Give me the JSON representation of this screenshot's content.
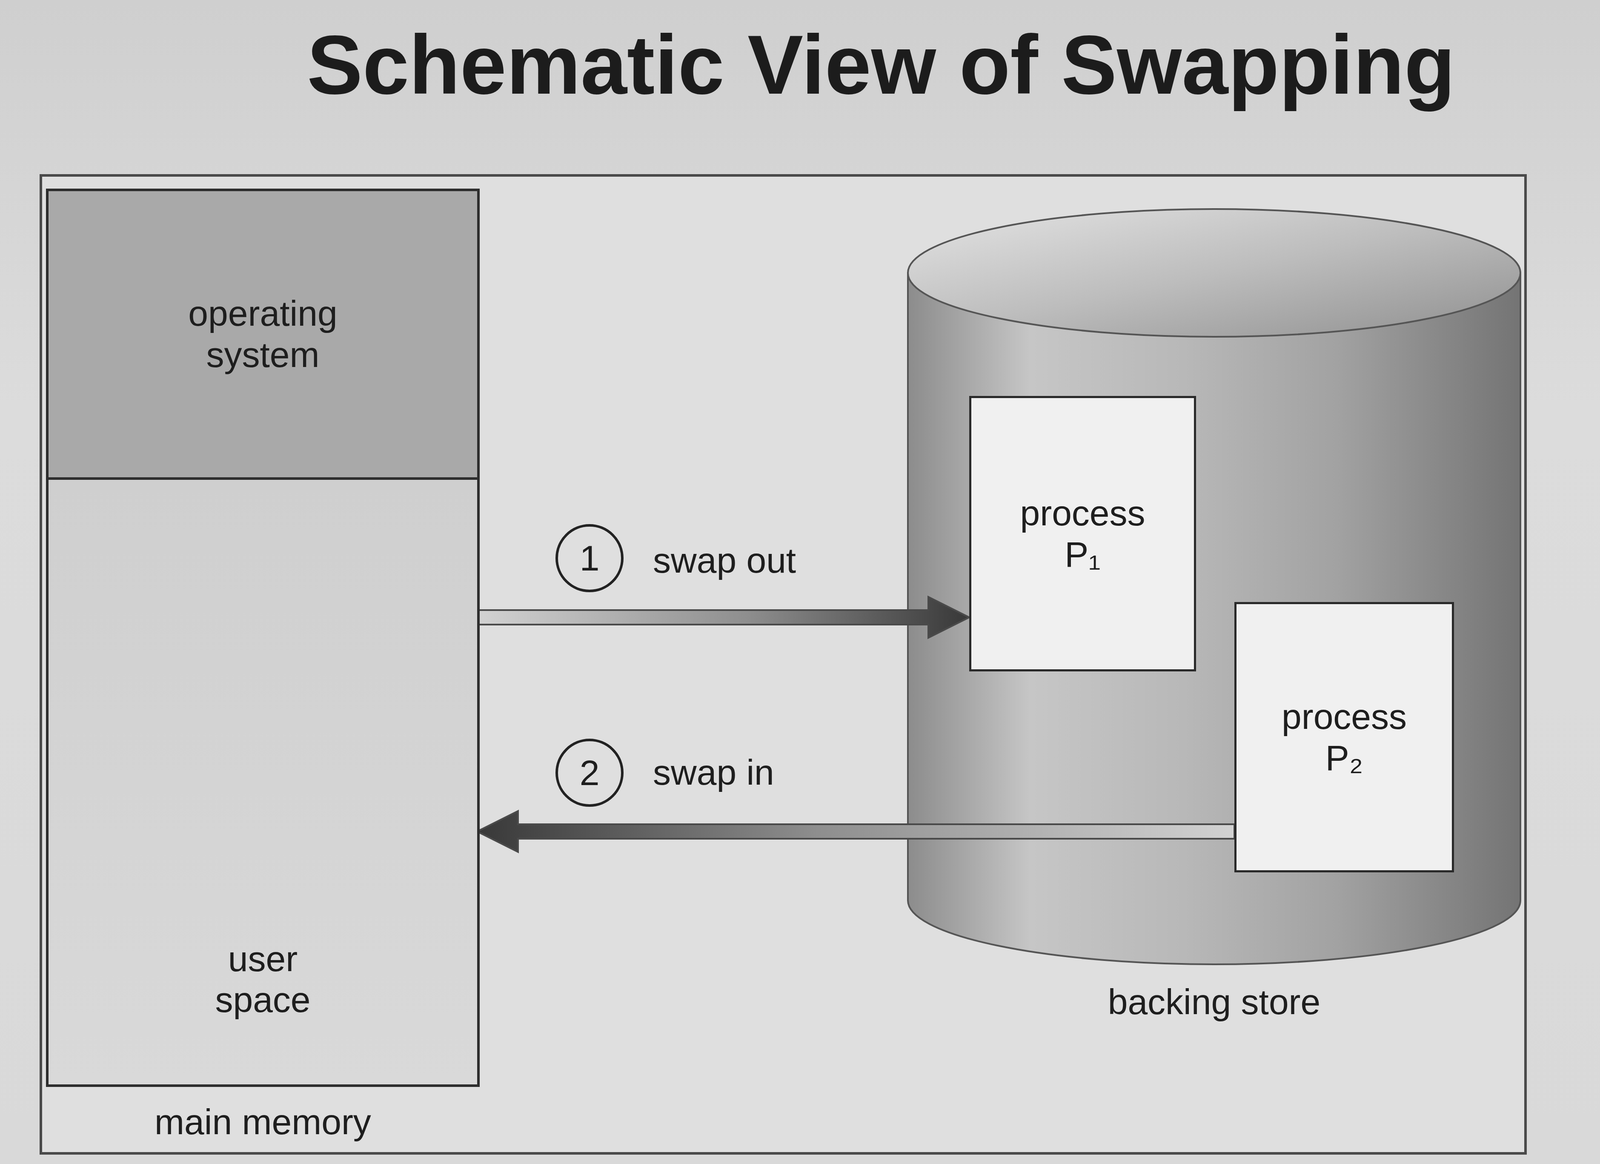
{
  "diagram": {
    "title": "Schematic View of Swapping",
    "nodes": [
      {
        "text": [
          "main memory"
        ]
      },
      {
        "text": [
          "operating system"
        ],
        "in": 0
      },
      {
        "text": [
          "user space"
        ],
        "in": 0
      },
      {
        "text": [
          "backing store"
        ]
      },
      {
        "text": [
          "process P₁"
        ],
        "in": 3
      },
      {
        "text": [
          "process P₂"
        ],
        "in": 3
      }
    ],
    "edges": [
      {
        "from": 2,
        "to": 4,
        "label": "swap out",
        "arrow": "to"
      },
      {
        "from": 5,
        "to": 2,
        "label": "swap in",
        "arrow": "to"
      }
    ],
    "labels": [
      "1",
      "2"
    ]
  }
}
